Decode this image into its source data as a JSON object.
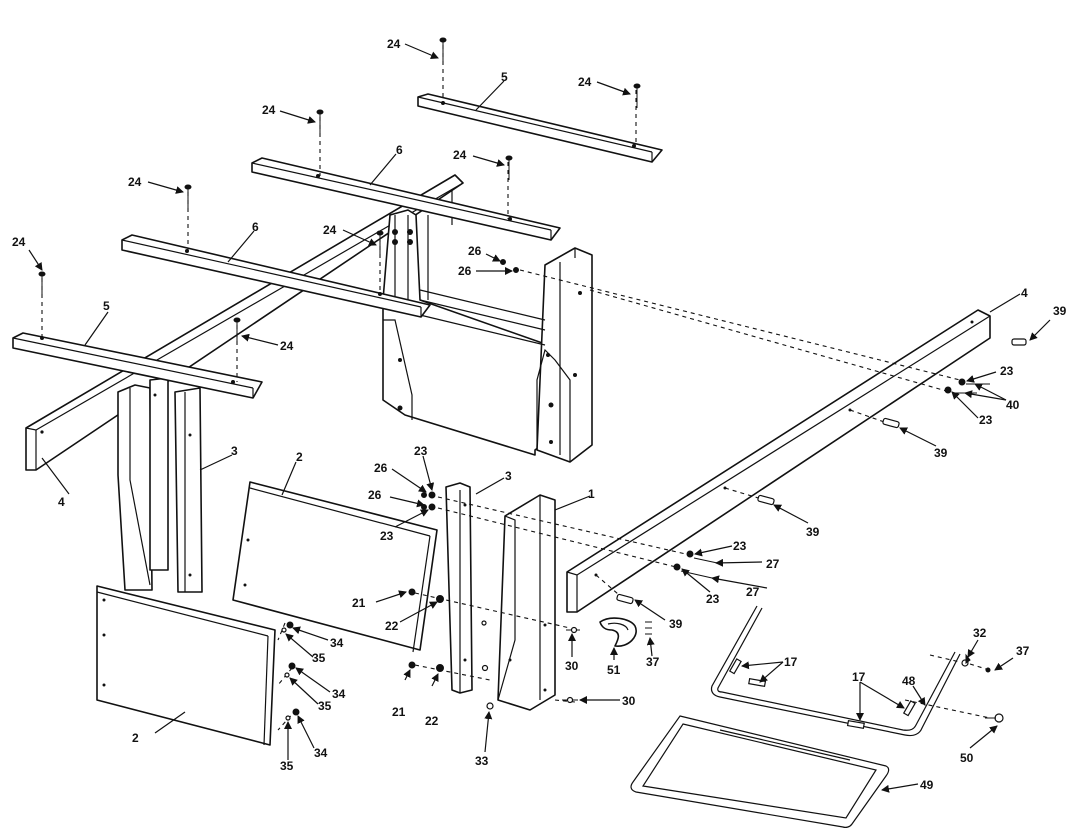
{
  "callouts": {
    "c24": "24",
    "c5": "5",
    "c6": "6",
    "c26": "26",
    "c4": "4",
    "c39": "39",
    "c23": "23",
    "c40": "40",
    "c3": "3",
    "c2": "2",
    "c1": "1",
    "c27": "27",
    "c21": "21",
    "c22": "22",
    "c34": "34",
    "c35": "35",
    "c30": "30",
    "c33": "33",
    "c51": "51",
    "c37": "37",
    "c17": "17",
    "c32": "32",
    "c48": "48",
    "c50": "50",
    "c49": "49"
  }
}
